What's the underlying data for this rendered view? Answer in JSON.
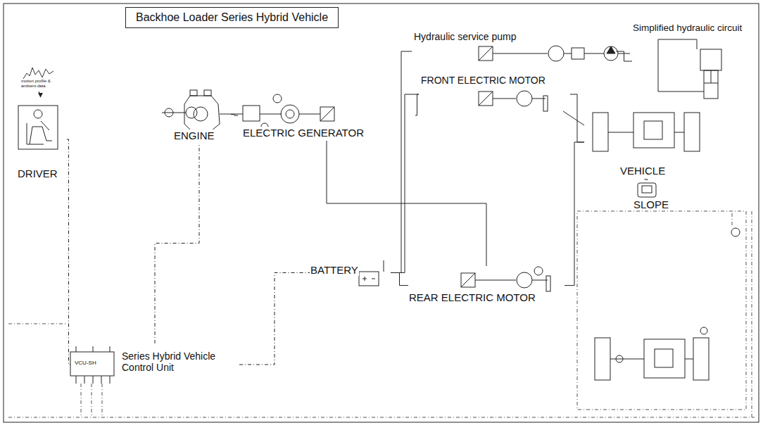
{
  "diagram": {
    "title": "Backhoe Loader Series Hybrid Vehicle",
    "nodes": [
      {
        "text": [
          "DRIVER"
        ]
      },
      {
        "text": [
          "motion profile & ambient data"
        ]
      },
      {
        "text": [
          "ENGINE"
        ]
      },
      {
        "text": [
          "ELECTRIC GENERATOR"
        ]
      },
      {
        "text": [
          "Hydraulic service pump"
        ]
      },
      {
        "text": [
          "Simplified hydraulic circuit"
        ]
      },
      {
        "text": [
          "FRONT ELECTRIC MOTOR"
        ]
      },
      {
        "text": [
          "VEHICLE"
        ]
      },
      {
        "text": [
          "SLOPE"
        ]
      },
      {
        "text": [
          "BATTERY"
        ]
      },
      {
        "text": [
          "REAR ELECTRIC MOTOR"
        ]
      },
      {
        "text": [
          "Series Hybrid Vehicle Control Unit"
        ]
      }
    ],
    "edges": [
      {
        "from": 1,
        "to": 0,
        "arrow": "to"
      },
      {
        "from": 0,
        "to": 11,
        "arrow": "none"
      },
      {
        "from": 2,
        "to": 3,
        "arrow": "none"
      },
      {
        "from": 3,
        "to": 6,
        "arrow": "none"
      },
      {
        "from": 3,
        "to": 10,
        "arrow": "none"
      },
      {
        "from": 9,
        "to": 6,
        "arrow": "none"
      },
      {
        "from": 9,
        "to": 10,
        "arrow": "none"
      },
      {
        "from": 4,
        "to": 5,
        "arrow": "none"
      },
      {
        "from": 6,
        "to": 7,
        "arrow": "none"
      },
      {
        "from": 10,
        "to": 7,
        "arrow": "none"
      },
      {
        "from": 7,
        "to": 8,
        "arrow": "none"
      },
      {
        "from": 11,
        "to": 9,
        "arrow": "none"
      },
      {
        "from": 11,
        "to": 2,
        "arrow": "none"
      },
      {
        "from": 9,
        "to": 4,
        "arrow": "none"
      }
    ],
    "labels": [
      "VCU-SH"
    ]
  }
}
